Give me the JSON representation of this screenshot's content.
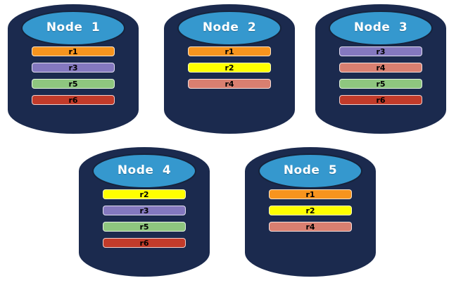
{
  "colors": {
    "cylinder_body": "#1B2A4E",
    "cylinder_top": "#3598CE",
    "cylinder_top_stroke": "#16233C",
    "replicas": {
      "r1": "#F7941E",
      "r2": "#FFFF00",
      "r3": "#8478BF",
      "r4": "#D97F70",
      "r5": "#8EC67F",
      "r6": "#C23B2A"
    }
  },
  "nodes": [
    {
      "label": "Node 1",
      "replicas": [
        "r1",
        "r3",
        "r5",
        "r6"
      ]
    },
    {
      "label": "Node 2",
      "replicas": [
        "r1",
        "r2",
        "r4"
      ]
    },
    {
      "label": "Node 3",
      "replicas": [
        "r3",
        "r4",
        "r5",
        "r6"
      ]
    },
    {
      "label": "Node 4",
      "replicas": [
        "r2",
        "r3",
        "r5",
        "r6"
      ]
    },
    {
      "label": "Node 5",
      "replicas": [
        "r1",
        "r2",
        "r4"
      ]
    }
  ]
}
